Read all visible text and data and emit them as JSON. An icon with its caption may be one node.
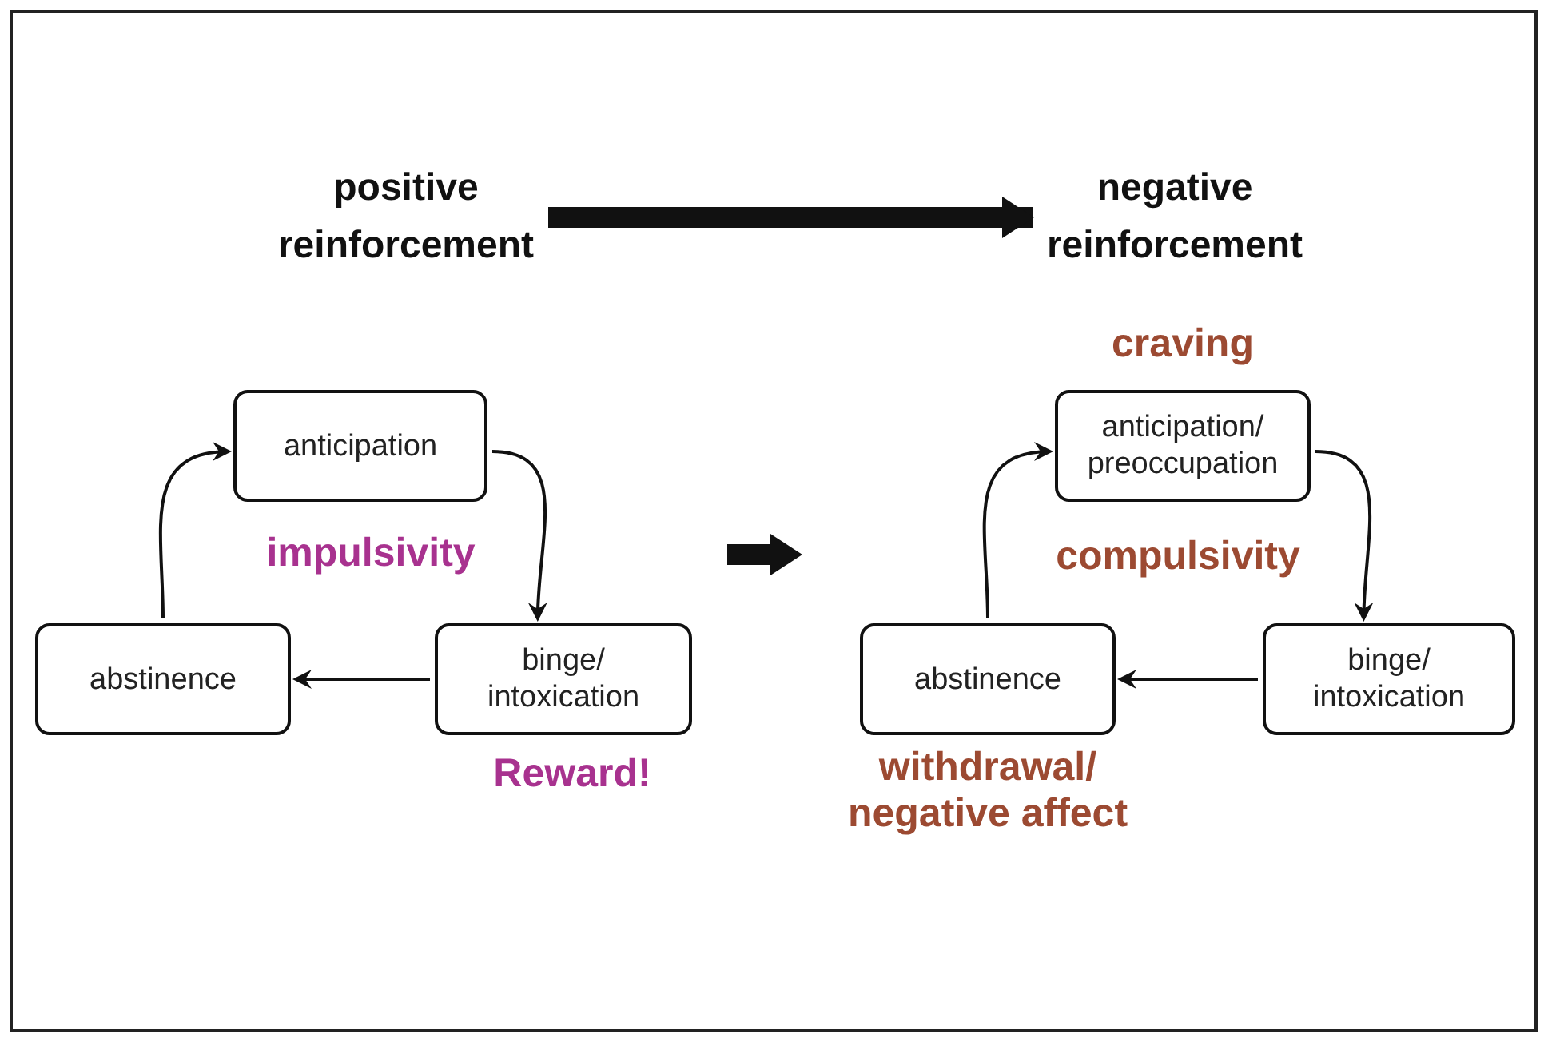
{
  "diagram": {
    "nodes": [
      {
        "text": [
          "positive reinforcement"
        ]
      },
      {
        "text": [
          "negative reinforcement"
        ]
      },
      {
        "text": [
          "anticipation"
        ]
      },
      {
        "text": [
          "binge/ intoxication"
        ],
        "beside": [
          "Reward!"
        ]
      },
      {
        "text": [
          "abstinence"
        ]
      },
      {
        "text": [
          "anticipation/ preoccupation"
        ],
        "beside": [
          "craving"
        ]
      },
      {
        "text": [
          "binge/ intoxication"
        ]
      },
      {
        "text": [
          "abstinence"
        ],
        "beside": [
          "withdrawal/ negative affect"
        ]
      }
    ],
    "edges": [
      {
        "from": 0,
        "to": 1,
        "arrow": "to",
        "style": "thick"
      },
      {
        "from": 4,
        "to": 2,
        "arrow": "to"
      },
      {
        "from": 2,
        "to": 3,
        "arrow": "to"
      },
      {
        "from": 3,
        "to": 4,
        "arrow": "to"
      },
      {
        "from": 7,
        "to": 5,
        "arrow": "to"
      },
      {
        "from": 5,
        "to": 6,
        "arrow": "to"
      },
      {
        "from": 6,
        "to": 7,
        "arrow": "to"
      }
    ],
    "labels": [
      "impulsivity",
      "compulsivity"
    ]
  }
}
